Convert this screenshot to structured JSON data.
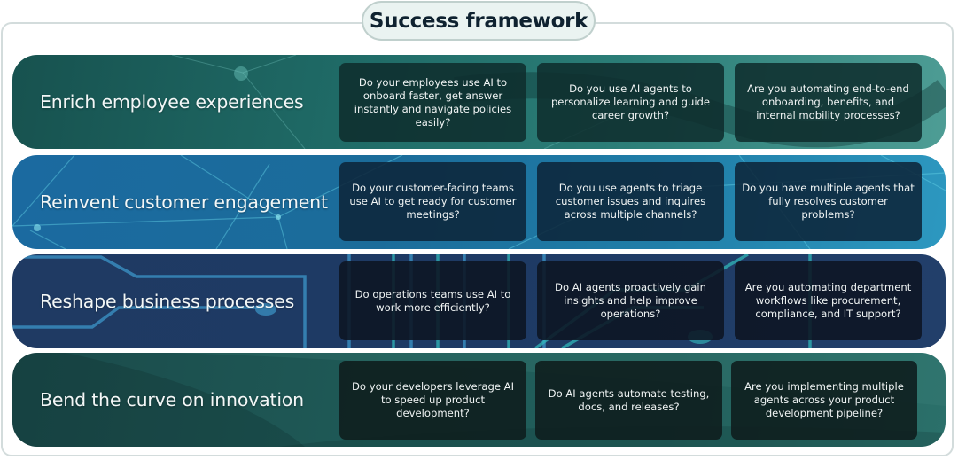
{
  "title": "Success framework",
  "colors": {
    "row_1": "#1f6a66",
    "row_2": "#1b6c9a",
    "row_3": "#1e3a64",
    "row_4": "#1f5a57",
    "title_pill_bg": "#eaf3f1",
    "title_text": "#0f2230"
  },
  "rows": [
    {
      "label": "Enrich employee experiences",
      "questions": [
        "Do your employees use AI to onboard faster, get answer instantly and navigate policies easily?",
        "Do you use AI agents to personalize learning and guide career growth?",
        "Are you automating end-to-end onboarding, benefits, and internal mobility processes?"
      ]
    },
    {
      "label": "Reinvent customer engagement",
      "questions": [
        "Do your customer-facing teams use AI to get ready for customer meetings?",
        "Do you use agents to triage customer issues and inquires across multiple channels?",
        "Do you have multiple agents that fully resolves customer problems?"
      ]
    },
    {
      "label": "Reshape business processes",
      "questions": [
        "Do operations teams use AI to work more efficiently?",
        "Do AI agents proactively gain insights and help improve operations?",
        "Are you automating department workflows like procurement, compliance, and IT support?"
      ]
    },
    {
      "label": "Bend the curve on innovation",
      "questions": [
        "Do your developers leverage AI to speed up product development?",
        "Do AI agents automate testing, docs, and releases?",
        "Are you implementing multiple agents across your product development pipeline?"
      ]
    }
  ]
}
